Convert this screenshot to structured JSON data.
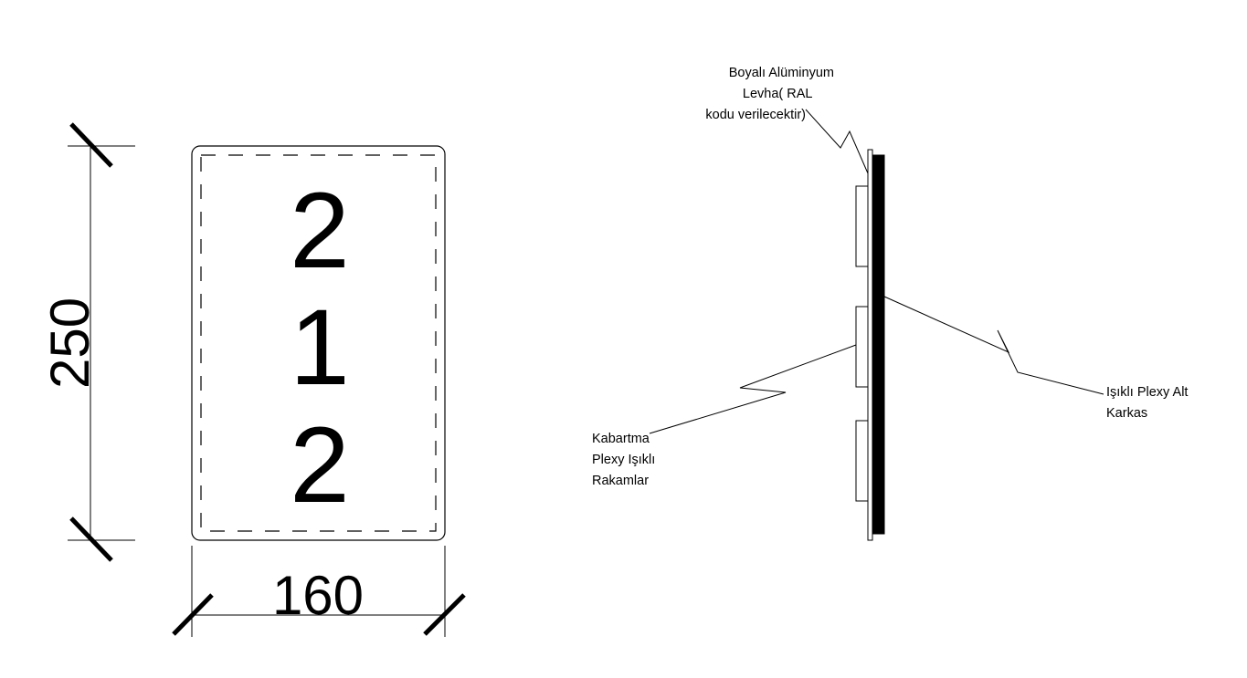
{
  "front_view": {
    "digits": [
      "2",
      "1",
      "2"
    ],
    "dim_height": "250",
    "dim_width": "160"
  },
  "section_view": {
    "label_top": [
      "Boyalı Alüminyum",
      "Levha( RAL",
      "kodu verilecektir)"
    ],
    "label_right": [
      "Işıklı Plexy Alt",
      "Karkas"
    ],
    "label_left": [
      "Kabartma",
      "Plexy Işıklı",
      "Rakamlar"
    ]
  },
  "colors": {
    "line": "#000000",
    "background": "#ffffff"
  }
}
